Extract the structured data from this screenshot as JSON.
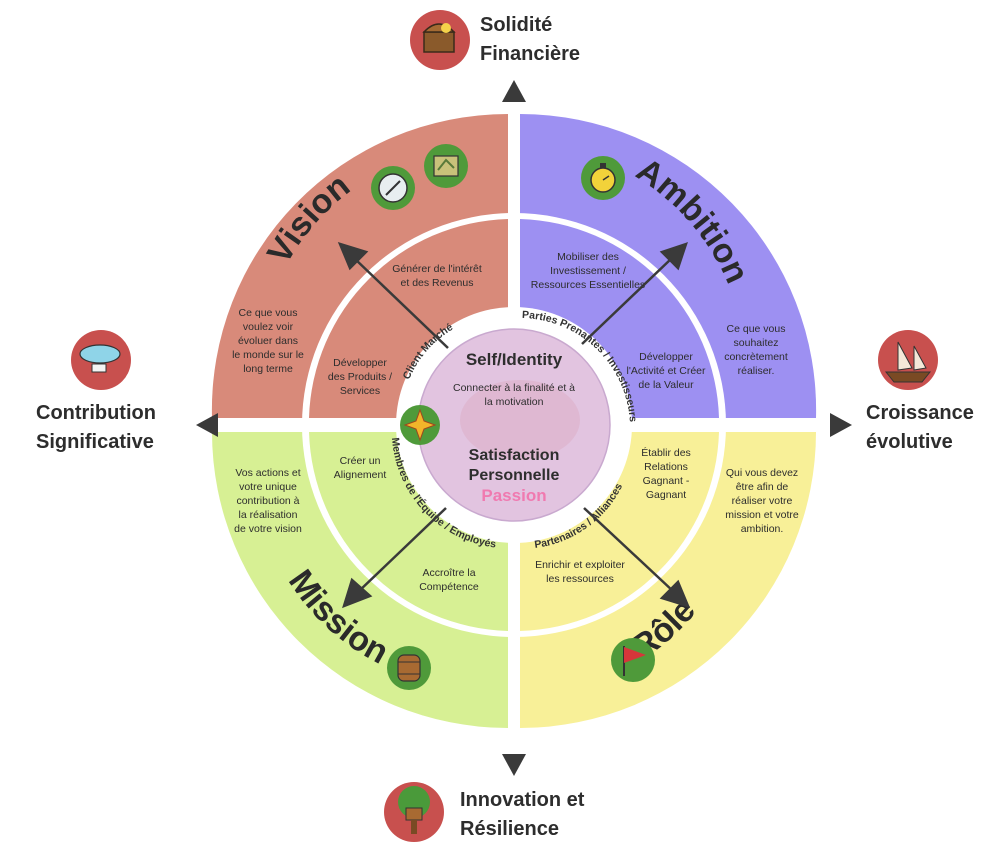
{
  "compass": {
    "top": [
      "Solidité",
      "Financière"
    ],
    "bottom": [
      "Innovation et",
      "Résilience"
    ],
    "left": [
      "Contribution",
      "Significative"
    ],
    "right": [
      "Croissance",
      "évolutive"
    ]
  },
  "quadrants": {
    "vision": {
      "title": "Vision",
      "outer_text": [
        "Ce que vous",
        "voulez voir",
        "évoluer dans",
        "le monde sur le",
        "long terme"
      ],
      "inner_top": [
        "Générer de l'intérêt",
        "et des Revenus"
      ],
      "inner_bottom": [
        "Développer",
        "des Produits /",
        "Services"
      ],
      "color": "#d88a7a"
    },
    "ambition": {
      "title": "Ambition",
      "outer_text": [
        "Ce que vous",
        "souhaitez",
        "concrètement",
        "réaliser."
      ],
      "inner_top": [
        "Mobiliser des",
        "Investissement /",
        "Ressources Essentielles"
      ],
      "inner_bottom": [
        "Développer",
        "l'Activité et Créer",
        "de la Valeur"
      ],
      "color": "#9d90f2"
    },
    "mission": {
      "title": "Mission",
      "outer_text": [
        "Vos actions et",
        "votre unique",
        "contribution à",
        "la réalisation",
        "de votre vision"
      ],
      "inner_top": [
        "Créer un",
        "Alignement"
      ],
      "inner_bottom": [
        "Accroître la",
        "Compétence"
      ],
      "color": "#d7f094"
    },
    "role": {
      "title": "Rôle",
      "outer_text": [
        "Qui vous devez",
        "être afin de",
        "réaliser votre",
        "mission et votre",
        "ambition."
      ],
      "inner_top": [
        "Établir des",
        "Relations",
        "Gagnant -",
        "Gagnant"
      ],
      "inner_bottom": [
        "Enrichir et exploiter",
        "les ressources"
      ],
      "color": "#f8f098"
    }
  },
  "roles": {
    "client": "Client Marché",
    "stakeholders": "Parties Prenantes / Investisseurs",
    "team": "Membres de l'Équipe / Employés",
    "partners": "Partenaires / Alliances"
  },
  "core": {
    "title": "Self/Identity",
    "subtitle": [
      "Connecter à la finalité et à",
      "la motivation"
    ],
    "satisfaction": [
      "Satisfaction",
      "Personnelle"
    ],
    "passion": "Passion",
    "passion_color": "#f07ab0"
  },
  "icons": [
    "treasure-chest-icon",
    "compass-icon",
    "map-icon",
    "stopwatch-icon",
    "airship-icon",
    "sailing-ship-icon",
    "sparkle-icon",
    "barrel-icon",
    "red-flag-icon",
    "treehouse-icon"
  ]
}
